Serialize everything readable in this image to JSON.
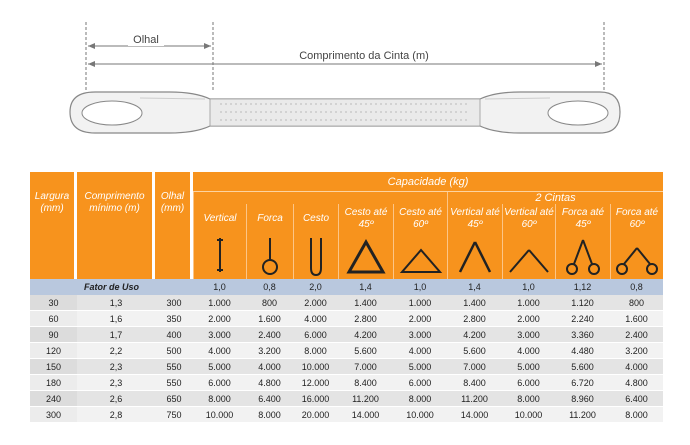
{
  "diagram": {
    "olhal_label": "Olhal",
    "comprimento_label": "Comprimento da Cinta (m)"
  },
  "table": {
    "headers": {
      "largura": "Largura (mm)",
      "comprimento": "Comprimento mínimo (m)",
      "olhal": "Olhal (mm)",
      "capacidade": "Capacidade (kg)",
      "duas_cintas": "2 Cintas",
      "vertical": "Vertical",
      "forca": "Forca",
      "cesto": "Cesto",
      "cesto45": "Cesto até 45º",
      "cesto60": "Cesto até 60º",
      "vertical45": "Vertical até 45º",
      "vertical60": "Vertical até 60º",
      "forca45": "Forca até 45º",
      "forca60": "Forca até 60º"
    },
    "icons": [
      "vertical-hook-icon",
      "choke-loop-icon",
      "basket-icon",
      "basket-triangle-45-icon",
      "basket-triangle-60-icon",
      "two-leg-45-icon",
      "two-leg-60-icon",
      "two-choke-45-icon",
      "two-choke-60-icon"
    ],
    "fator": {
      "label": "Fator de Uso",
      "values": [
        "1,0",
        "0,8",
        "2,0",
        "1,4",
        "1,0",
        "1,4",
        "1,0",
        "1,12",
        "0,8"
      ]
    },
    "rows": [
      {
        "largura": "30",
        "comp": "1,3",
        "olhal": "300",
        "vals": [
          "1.000",
          "800",
          "2.000",
          "1.400",
          "1.000",
          "1.400",
          "1.000",
          "1.120",
          "800"
        ]
      },
      {
        "largura": "60",
        "comp": "1,6",
        "olhal": "350",
        "vals": [
          "2.000",
          "1.600",
          "4.000",
          "2.800",
          "2.000",
          "2.800",
          "2.000",
          "2.240",
          "1.600"
        ]
      },
      {
        "largura": "90",
        "comp": "1,7",
        "olhal": "400",
        "vals": [
          "3.000",
          "2.400",
          "6.000",
          "4.200",
          "3.000",
          "4.200",
          "3.000",
          "3.360",
          "2.400"
        ]
      },
      {
        "largura": "120",
        "comp": "2,2",
        "olhal": "500",
        "vals": [
          "4.000",
          "3.200",
          "8.000",
          "5.600",
          "4.000",
          "5.600",
          "4.000",
          "4.480",
          "3.200"
        ]
      },
      {
        "largura": "150",
        "comp": "2,3",
        "olhal": "550",
        "vals": [
          "5.000",
          "4.000",
          "10.000",
          "7.000",
          "5.000",
          "7.000",
          "5.000",
          "5.600",
          "4.000"
        ]
      },
      {
        "largura": "180",
        "comp": "2,3",
        "olhal": "550",
        "vals": [
          "6.000",
          "4.800",
          "12.000",
          "8.400",
          "6.000",
          "8.400",
          "6.000",
          "6.720",
          "4.800"
        ]
      },
      {
        "largura": "240",
        "comp": "2,6",
        "olhal": "650",
        "vals": [
          "8.000",
          "6.400",
          "16.000",
          "11.200",
          "8.000",
          "11.200",
          "8.000",
          "8.960",
          "6.400"
        ]
      },
      {
        "largura": "300",
        "comp": "2,8",
        "olhal": "750",
        "vals": [
          "10.000",
          "8.000",
          "20.000",
          "14.000",
          "10.000",
          "14.000",
          "10.000",
          "11.200",
          "8.000"
        ]
      }
    ]
  }
}
